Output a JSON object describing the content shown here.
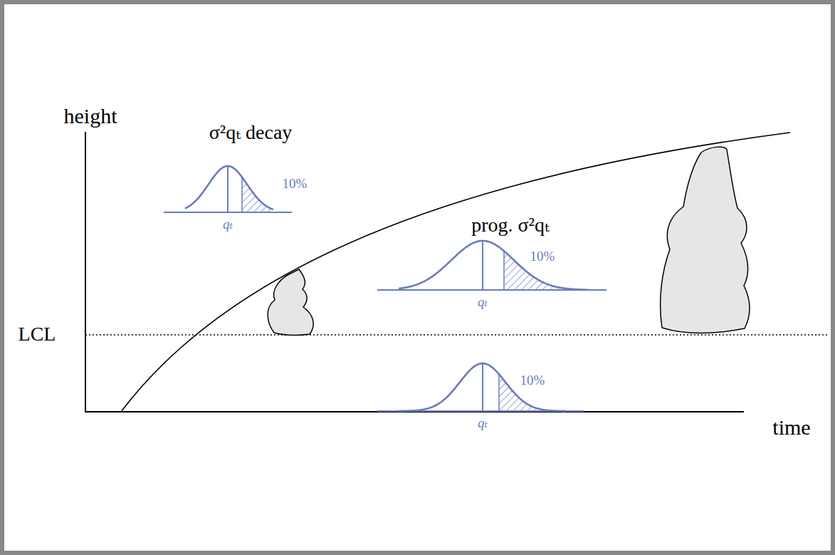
{
  "diagram": {
    "labels": [
      "height",
      "σ²qₜ decay",
      "10%",
      "qₜ",
      "prog. σ²qₜ",
      "10%",
      "qₜ",
      "LCL",
      "10%",
      "qₜ",
      "time"
    ]
  }
}
